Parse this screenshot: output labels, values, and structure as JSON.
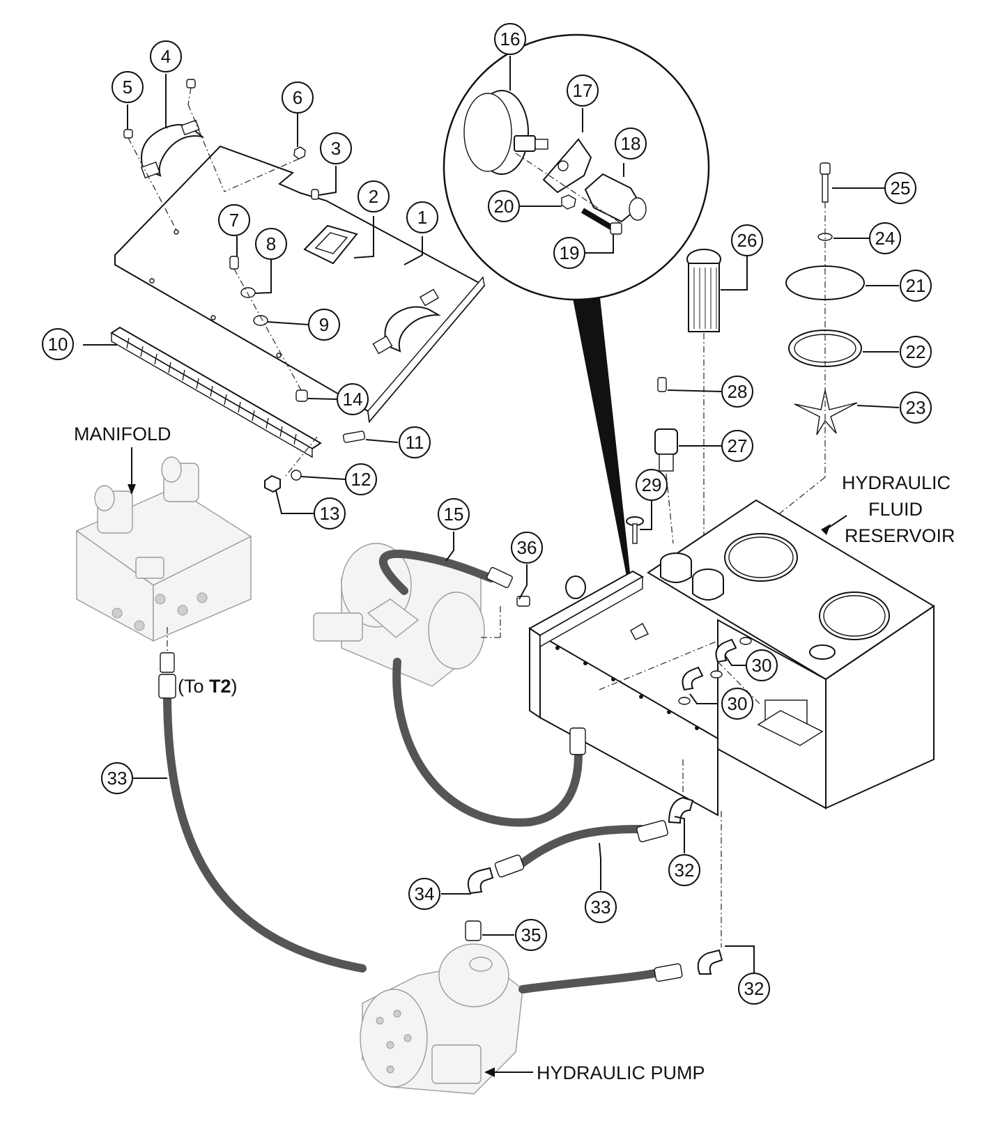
{
  "callouts": [
    {
      "id": "c1",
      "text": "1"
    },
    {
      "id": "c2",
      "text": "2"
    },
    {
      "id": "c3",
      "text": "3"
    },
    {
      "id": "c4",
      "text": "4"
    },
    {
      "id": "c5",
      "text": "5"
    },
    {
      "id": "c6",
      "text": "6"
    },
    {
      "id": "c7",
      "text": "7"
    },
    {
      "id": "c8",
      "text": "8"
    },
    {
      "id": "c9",
      "text": "9"
    },
    {
      "id": "c10",
      "text": "10"
    },
    {
      "id": "c11",
      "text": "11"
    },
    {
      "id": "c12",
      "text": "12"
    },
    {
      "id": "c13",
      "text": "13"
    },
    {
      "id": "c14",
      "text": "14"
    },
    {
      "id": "c15",
      "text": "15"
    },
    {
      "id": "c16",
      "text": "16"
    },
    {
      "id": "c17",
      "text": "17"
    },
    {
      "id": "c18",
      "text": "18"
    },
    {
      "id": "c19",
      "text": "19"
    },
    {
      "id": "c20",
      "text": "20"
    },
    {
      "id": "c21",
      "text": "21"
    },
    {
      "id": "c22",
      "text": "22"
    },
    {
      "id": "c23",
      "text": "23"
    },
    {
      "id": "c24",
      "text": "24"
    },
    {
      "id": "c25",
      "text": "25"
    },
    {
      "id": "c26",
      "text": "26"
    },
    {
      "id": "c27",
      "text": "27"
    },
    {
      "id": "c28",
      "text": "28"
    },
    {
      "id": "c29",
      "text": "29"
    },
    {
      "id": "c30a",
      "text": "30"
    },
    {
      "id": "c30b",
      "text": "30"
    },
    {
      "id": "c32a",
      "text": "32"
    },
    {
      "id": "c32b",
      "text": "32"
    },
    {
      "id": "c33a",
      "text": "33"
    },
    {
      "id": "c33b",
      "text": "33"
    },
    {
      "id": "c34",
      "text": "34"
    },
    {
      "id": "c35",
      "text": "35"
    },
    {
      "id": "c36",
      "text": "36"
    }
  ],
  "labels": {
    "manifold": "MANIFOLD",
    "reservoir_line1": "HYDRAULIC",
    "reservoir_line2": "FLUID",
    "reservoir_line3": "RESERVOIR",
    "pump": "HYDRAULIC PUMP",
    "to_prefix": "(To ",
    "to_bold": "T2",
    "to_suffix": ")"
  }
}
